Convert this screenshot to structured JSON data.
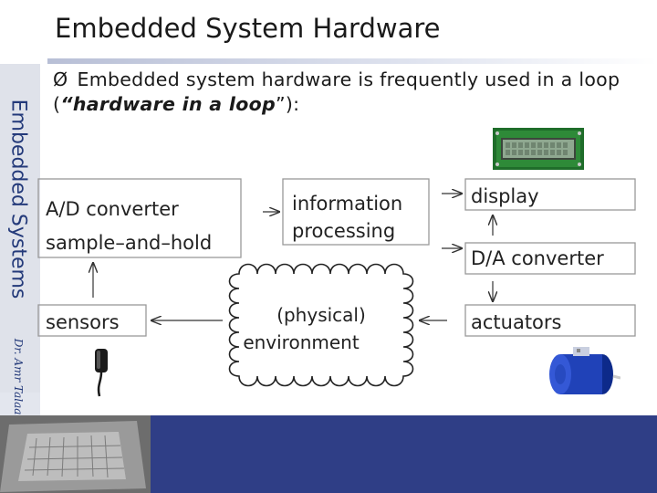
{
  "slide": {
    "title": "Embedded System Hardware",
    "side_title": "Embedded Systems",
    "author": "Dr. Amr Talaat",
    "bullet_marker": "Ø",
    "bullet_text_pre": "Embedded system hardware is frequently used in a loop (",
    "bullet_text_em": "“hardware in a loop",
    "bullet_text_post": "”):"
  },
  "diagram": {
    "boxes": {
      "ad_converter": "A/D converter",
      "sample_and_hold": "sample–and–hold",
      "information": "information",
      "processing": "processing",
      "display": "display",
      "da_converter": "D/A converter",
      "sensors": "sensors",
      "actuators": "actuators"
    },
    "environment": {
      "line1": "(physical)",
      "line2": "environment"
    }
  }
}
